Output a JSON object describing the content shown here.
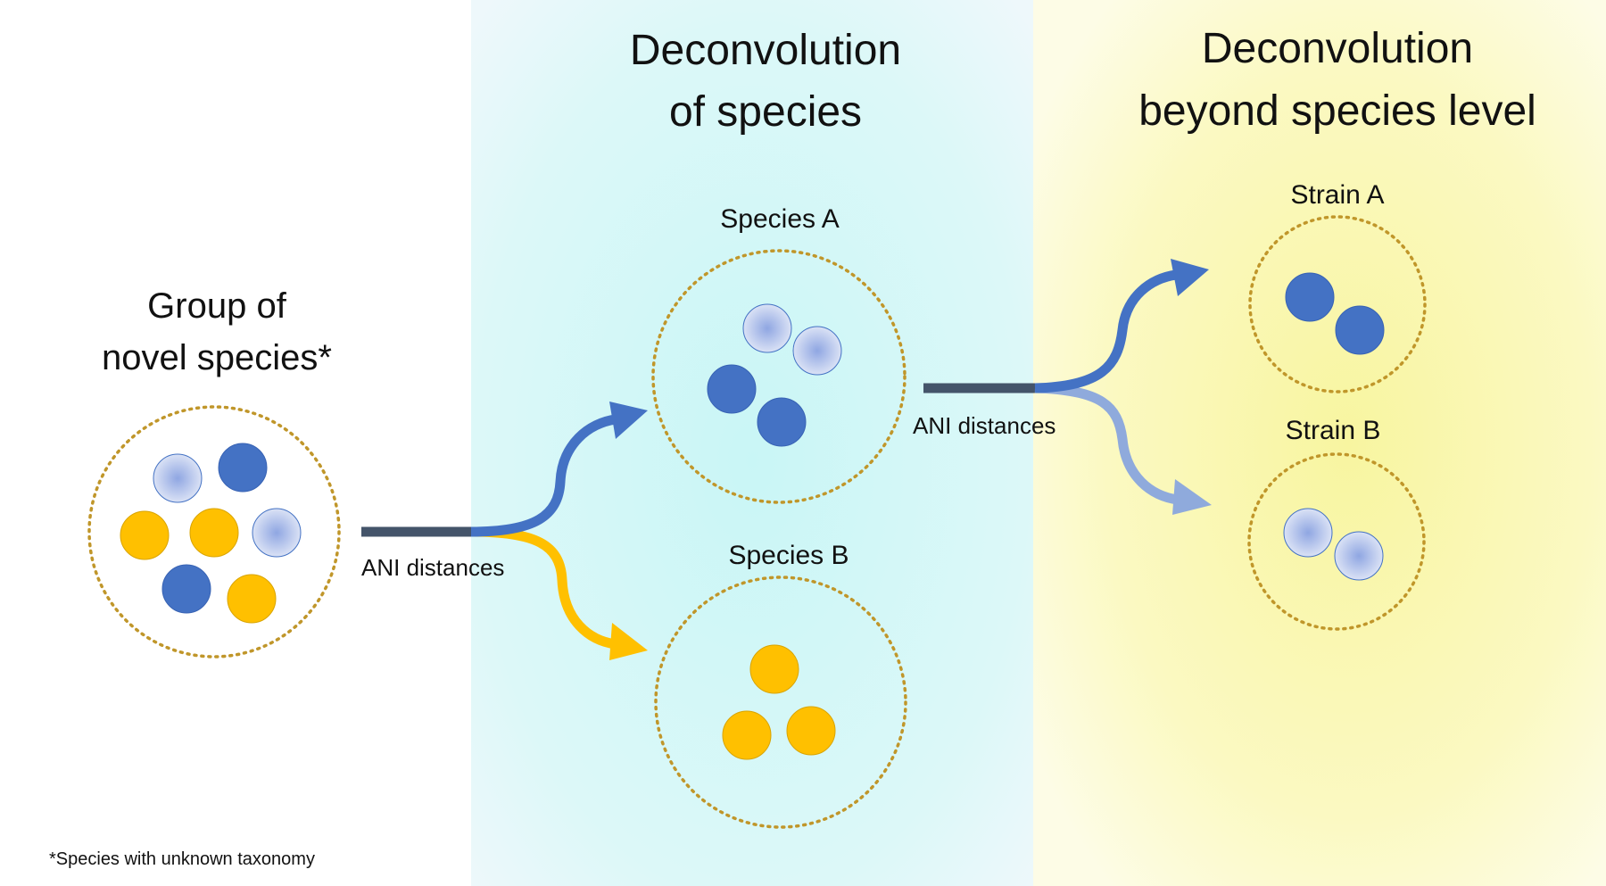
{
  "colors": {
    "blue": "#4472c4",
    "light_blue": "#b9c6ea",
    "yellow": "#ffc000",
    "dotted_border": "#c0962a",
    "bar": "#44546a",
    "cyan_panel": "#d4f5f5",
    "yellow_panel": "#fbf8b4"
  },
  "panels": {
    "left": {
      "title_line1": "Group of",
      "title_line2": "novel species*",
      "arrow_label": "ANI distances"
    },
    "middle": {
      "title_line1": "Deconvolution",
      "title_line2": "of species",
      "species_a": "Species A",
      "species_b": "Species B",
      "arrow_label": "ANI distances"
    },
    "right": {
      "title_line1": "Deconvolution",
      "title_line2": "beyond species level",
      "strain_a": "Strain A",
      "strain_b": "Strain B"
    }
  },
  "footnote": "*Species with unknown taxonomy"
}
